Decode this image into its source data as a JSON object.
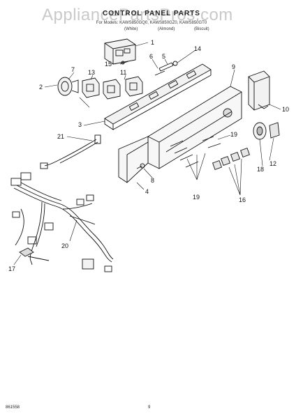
{
  "watermark": "AppliancePartsPros.com",
  "title": "CONTROL PANEL PARTS",
  "models_line": "For Models: KAWS850GQ0, KAWS850GZ0, KAWS850GT0",
  "variants": [
    "(White)",
    "(Almond)",
    "(Biscuit)"
  ],
  "doc_number": "861558",
  "page_number": "9",
  "callouts": [
    "1",
    "2",
    "3",
    "4",
    "5",
    "6",
    "7",
    "8",
    "9",
    "10",
    "11",
    "12",
    "13",
    "14",
    "15",
    "16",
    "17",
    "18",
    "19",
    "20",
    "21"
  ]
}
